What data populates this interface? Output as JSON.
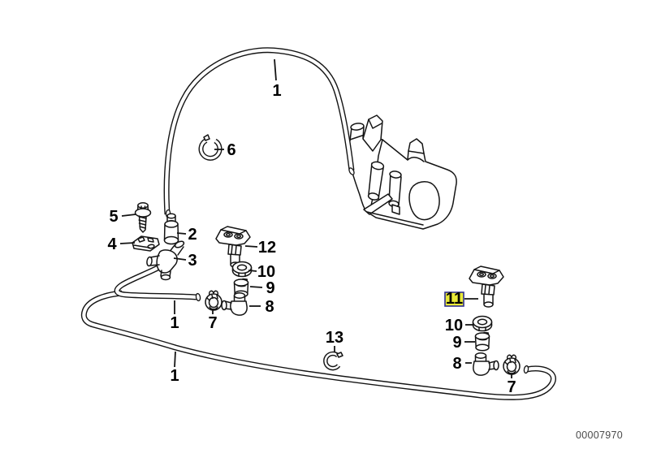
{
  "diagram": {
    "type": "exploded-parts-diagram",
    "subject": "windshield / headlamp washer system with reservoir, hoses and jet nozzles",
    "doc_number": "00007970",
    "highlighted_part": "11",
    "colors": {
      "line": "#141414",
      "background": "#ffffff",
      "highlight_fill": "#e9e938",
      "highlight_border": "#30308f",
      "highlight_text": "#b2b211",
      "doc_number_color": "#4a4a4a"
    }
  },
  "callouts": [
    {
      "label": "1",
      "part": "hose-top"
    },
    {
      "label": "6",
      "part": "clip-6"
    },
    {
      "label": "5",
      "part": "screw-5"
    },
    {
      "label": "4",
      "part": "bracket-4"
    },
    {
      "label": "2",
      "part": "valve-2"
    },
    {
      "label": "3",
      "part": "connector-3"
    },
    {
      "label": "12",
      "part": "nozzle-12"
    },
    {
      "label": "10",
      "part": "grommet-10-left"
    },
    {
      "label": "9",
      "part": "sleeve-9-left"
    },
    {
      "label": "8",
      "part": "elbow-8-left"
    },
    {
      "label": "7",
      "part": "clamp-7-left"
    },
    {
      "label": "1",
      "part": "hose-middle"
    },
    {
      "label": "13",
      "part": "clip-13"
    },
    {
      "label": "1",
      "part": "hose-bottom"
    },
    {
      "label": "11",
      "part": "nozzle-11",
      "highlighted": true
    },
    {
      "label": "10",
      "part": "grommet-10-right"
    },
    {
      "label": "9",
      "part": "sleeve-9-right"
    },
    {
      "label": "8",
      "part": "elbow-8-right"
    },
    {
      "label": "7",
      "part": "clamp-7-right"
    }
  ]
}
